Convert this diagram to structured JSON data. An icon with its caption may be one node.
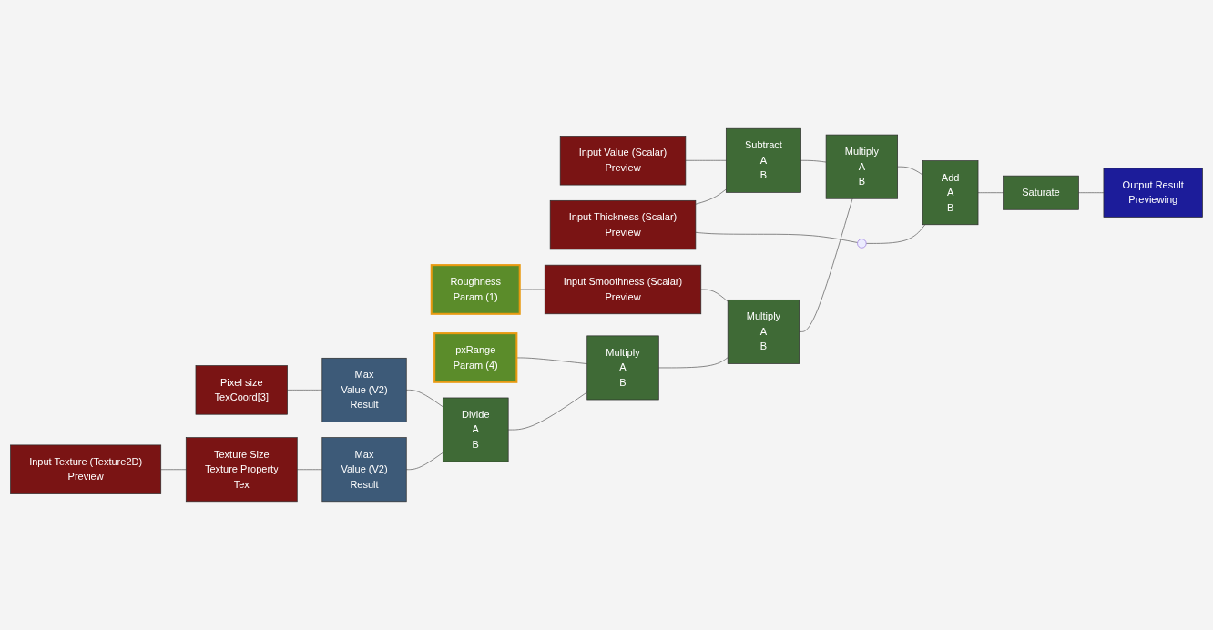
{
  "diagram": {
    "nodes": [
      {
        "text": [
          "Input Value (Scalar)",
          "Preview"
        ]
      },
      {
        "text": [
          "Subtract",
          "A",
          "B"
        ]
      },
      {
        "text": [
          "Input Thickness (Scalar)",
          "Preview"
        ]
      },
      {
        "text": [
          "Multiply",
          "A",
          "B"
        ]
      },
      {
        "text": [
          "Add",
          "A",
          "B"
        ]
      },
      {
        "text": [
          "Saturate"
        ]
      },
      {
        "text": [
          "Output Result",
          "Previewing"
        ]
      },
      {
        "text": [],
        "shape": "circle"
      },
      {
        "text": [
          "Roughness",
          "Param (1)"
        ]
      },
      {
        "text": [
          "Input Smoothness (Scalar)",
          "Preview"
        ]
      },
      {
        "text": [
          "Multiply",
          "A",
          "B"
        ]
      },
      {
        "text": [
          "pxRange",
          "Param (4)"
        ]
      },
      {
        "text": [
          "Multiply",
          "A",
          "B"
        ]
      },
      {
        "text": [
          "Pixel size",
          "TexCoord[3]"
        ]
      },
      {
        "text": [
          "Max",
          "Value (V2)",
          "Result"
        ]
      },
      {
        "text": [
          "Divide",
          "A",
          "B"
        ]
      },
      {
        "text": [
          "Input Texture (Texture2D)",
          "Preview"
        ]
      },
      {
        "text": [
          "Texture Size",
          "Texture Property",
          "Tex"
        ]
      },
      {
        "text": [
          "Max",
          "Value (V2)",
          "Result"
        ]
      }
    ],
    "edges": [
      {
        "from": 0,
        "to": 1,
        "arrow": "none"
      },
      {
        "from": 2,
        "to": 1,
        "arrow": "none"
      },
      {
        "from": 1,
        "to": 3,
        "arrow": "none"
      },
      {
        "from": 3,
        "to": 4,
        "arrow": "none"
      },
      {
        "from": 2,
        "to": 7,
        "arrow": "none"
      },
      {
        "from": 7,
        "to": 4,
        "arrow": "none"
      },
      {
        "from": 4,
        "to": 5,
        "arrow": "none"
      },
      {
        "from": 5,
        "to": 6,
        "arrow": "none"
      },
      {
        "from": 8,
        "to": 9,
        "arrow": "none"
      },
      {
        "from": 9,
        "to": 10,
        "arrow": "none"
      },
      {
        "from": 10,
        "to": 3,
        "arrow": "none"
      },
      {
        "from": 11,
        "to": 12,
        "arrow": "none"
      },
      {
        "from": 12,
        "to": 10,
        "arrow": "none"
      },
      {
        "from": 13,
        "to": 14,
        "arrow": "none"
      },
      {
        "from": 14,
        "to": 15,
        "arrow": "none"
      },
      {
        "from": 16,
        "to": 17,
        "arrow": "none"
      },
      {
        "from": 17,
        "to": 18,
        "arrow": "none"
      },
      {
        "from": 18,
        "to": 15,
        "arrow": "none"
      },
      {
        "from": 15,
        "to": 12,
        "arrow": "none"
      }
    ]
  }
}
